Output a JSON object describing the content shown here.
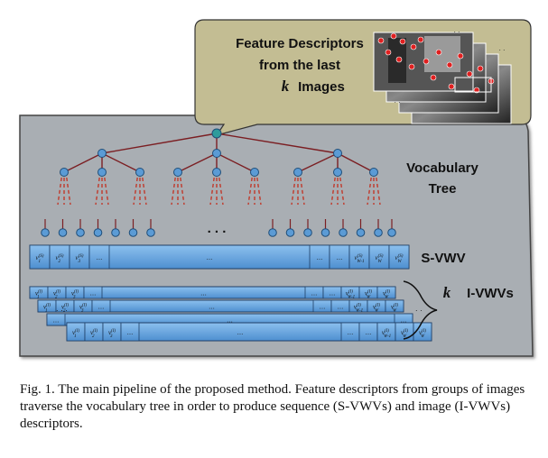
{
  "bubble": {
    "line1": "Feature Descriptors",
    "line2": "from the last",
    "line3_var": "k",
    "line3_text": "Images"
  },
  "tree": {
    "title_line1": "Vocabulary",
    "title_line2": "Tree",
    "leaf_ellipsis": ". . ."
  },
  "svwv": {
    "label": "S-VWV",
    "cells_left": [
      "v1(S)",
      "v2(S)",
      "v3(S)",
      "..."
    ],
    "cells_right": [
      "...",
      "...",
      "vW-1(S)",
      "vW(S)",
      "vW(S)"
    ]
  },
  "ivwv": {
    "var": "k",
    "label": "I-VWVs",
    "row_ellipsis": ". . ."
  },
  "cell_ellipsis": "...",
  "caption": "Fig. 1.   The main pipeline of the proposed method. Feature descriptors from groups of images traverse the vocabulary tree in order to produce sequence (S-VWVs) and image (I-VWVs) descriptors.",
  "colors": {
    "panel": "#a9aeb3",
    "bubble": "#c3bd93",
    "node": "#5b9bd5",
    "edge": "#7b1e22",
    "bar": "#5b9bd5",
    "dash": "#c0392b"
  }
}
